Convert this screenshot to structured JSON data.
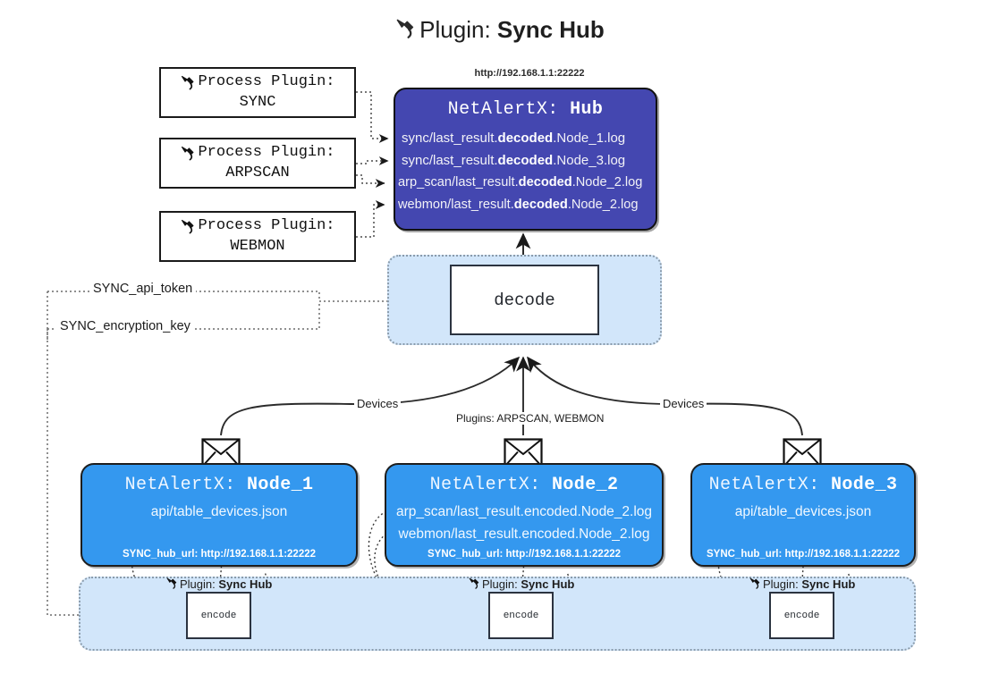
{
  "title": {
    "icon": "plug-icon",
    "prefix": "Plugin: ",
    "name": "Sync Hub"
  },
  "process_plugins": [
    {
      "icon": "plug-icon",
      "line1": "Process Plugin:",
      "line2": "SYNC"
    },
    {
      "icon": "plug-icon",
      "line1": "Process Plugin:",
      "line2": "ARPSCAN"
    },
    {
      "icon": "plug-icon",
      "line1": "Process Plugin:",
      "line2": "WEBMON"
    }
  ],
  "hub": {
    "url": "http://192.168.1.1:22222",
    "app": "NetAlertX: ",
    "name": "Hub",
    "rows": [
      {
        "pre": "sync/last_result.",
        "em": "decoded",
        "post": ".Node_1.log"
      },
      {
        "pre": "sync/last_result.",
        "em": "decoded",
        "post": ".Node_3.log"
      },
      {
        "pre": "arp_scan/last_result.",
        "em": "decoded",
        "post": ".Node_2.log"
      },
      {
        "pre": "webmon/last_result.",
        "em": "decoded",
        "post": ".Node_2.log"
      }
    ]
  },
  "decode": {
    "label": "decode"
  },
  "settings": {
    "api_token": "SYNC_api_token",
    "encryption_key": "SYNC_encryption_key"
  },
  "edges": {
    "devices_left": "Devices",
    "devices_right": "Devices",
    "plugins_center": "Plugins: ARPSCAN, WEBMON"
  },
  "nodes": [
    {
      "icon": "envelope-icon",
      "app": "NetAlertX: ",
      "name": "Node_1",
      "lines": [
        "api/table_devices.json"
      ],
      "footer": "SYNC_hub_url: http://192.168.1.1:22222"
    },
    {
      "icon": "envelope-icon",
      "app": "NetAlertX: ",
      "name": "Node_2",
      "lines": [
        "arp_scan/last_result.encoded.Node_2.log",
        "webmon/last_result.encoded.Node_2.log"
      ],
      "footer": "SYNC_hub_url: http://192.168.1.1:22222"
    },
    {
      "icon": "envelope-icon",
      "app": "NetAlertX: ",
      "name": "Node_3",
      "lines": [
        "api/table_devices.json"
      ],
      "footer": "SYNC_hub_url: http://192.168.1.1:22222"
    }
  ],
  "encoders": [
    {
      "icon": "plug-icon",
      "label_prefix": "Plugin: ",
      "label_name": "Sync Hub",
      "box": "encode"
    },
    {
      "icon": "plug-icon",
      "label_prefix": "Plugin: ",
      "label_name": "Sync Hub",
      "box": "encode"
    },
    {
      "icon": "plug-icon",
      "label_prefix": "Plugin: ",
      "label_name": "Sync Hub",
      "box": "encode"
    }
  ],
  "colors": {
    "hub_fill": "#4447b0",
    "node_fill": "#3498ef",
    "zone_fill": "#d2e6fa",
    "stroke": "#1a1a1a"
  }
}
